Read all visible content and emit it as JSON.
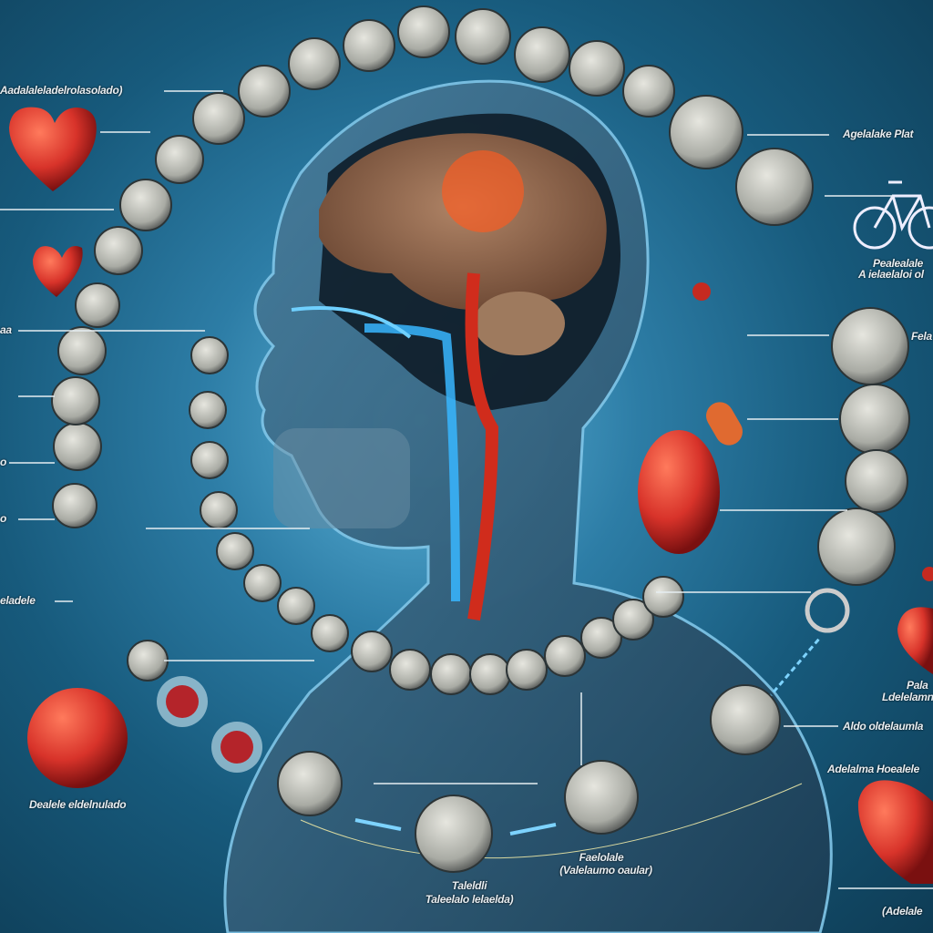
{
  "labels": {
    "top_left": "Aadalaleladelrolasolado)",
    "bottom_left": "Dealele eldelnulado",
    "left_tick_1": "aa",
    "left_tick_2": "o",
    "left_tick_3": "o",
    "left_side": "eladele",
    "top_right": "Agelalake Plat",
    "bike_1": "Pealealale",
    "bike_2": "A ielaelaloi ol",
    "pill_right": "Fela p",
    "right_heart_1": "Pala",
    "right_heart_2": "Ldelelamn",
    "right_mid": "Aldo oldelaumla",
    "right_lower": "Adelalma Hoealele",
    "right_bottom": "(Adelale",
    "center_bottom_1": "Taleldli",
    "center_bottom_2": "Taleelalo lelaelda)",
    "right_bottom_center_1": "Faelolale",
    "right_bottom_center_2": "(Valelaumo oaular)"
  },
  "colors": {
    "background": "#175a7c",
    "heart": "#d8332a",
    "brain": "#8b6248",
    "nerve_glow": "#38b6ff",
    "coin": "#b9bbb4"
  },
  "icons": [
    "heart-icon",
    "brain-icon",
    "bicycle-icon",
    "gauge-icon",
    "pill-icon",
    "coin-icon",
    "kidney-icon"
  ]
}
